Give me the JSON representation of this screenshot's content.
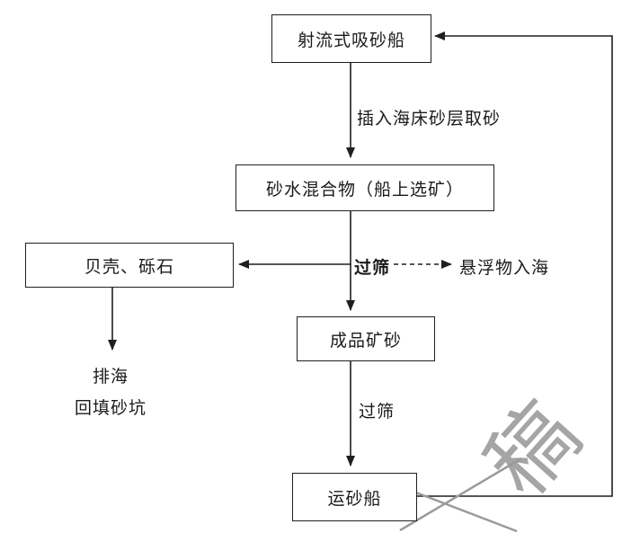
{
  "diagram": {
    "nodes": {
      "jet_ship": "射流式吸砂船",
      "mixture": "砂水混合物（船上选矿）",
      "shells": "贝壳、砾石",
      "finished": "成品矿砂",
      "carrier": "运砂船"
    },
    "edge_labels": {
      "insert_seabed": "插入海床砂层取砂",
      "sieve_1": "过筛",
      "suspended_to_sea": "悬浮物入海",
      "discharge_sea": "排海",
      "backfill_pit": "回填砂坑",
      "sieve_2": "过筛"
    },
    "watermark": "稿",
    "colors": {
      "line": "#1f1f1f",
      "text": "#1a1a1a",
      "watermark": "#8f8f8f",
      "background": "#ffffff"
    }
  }
}
